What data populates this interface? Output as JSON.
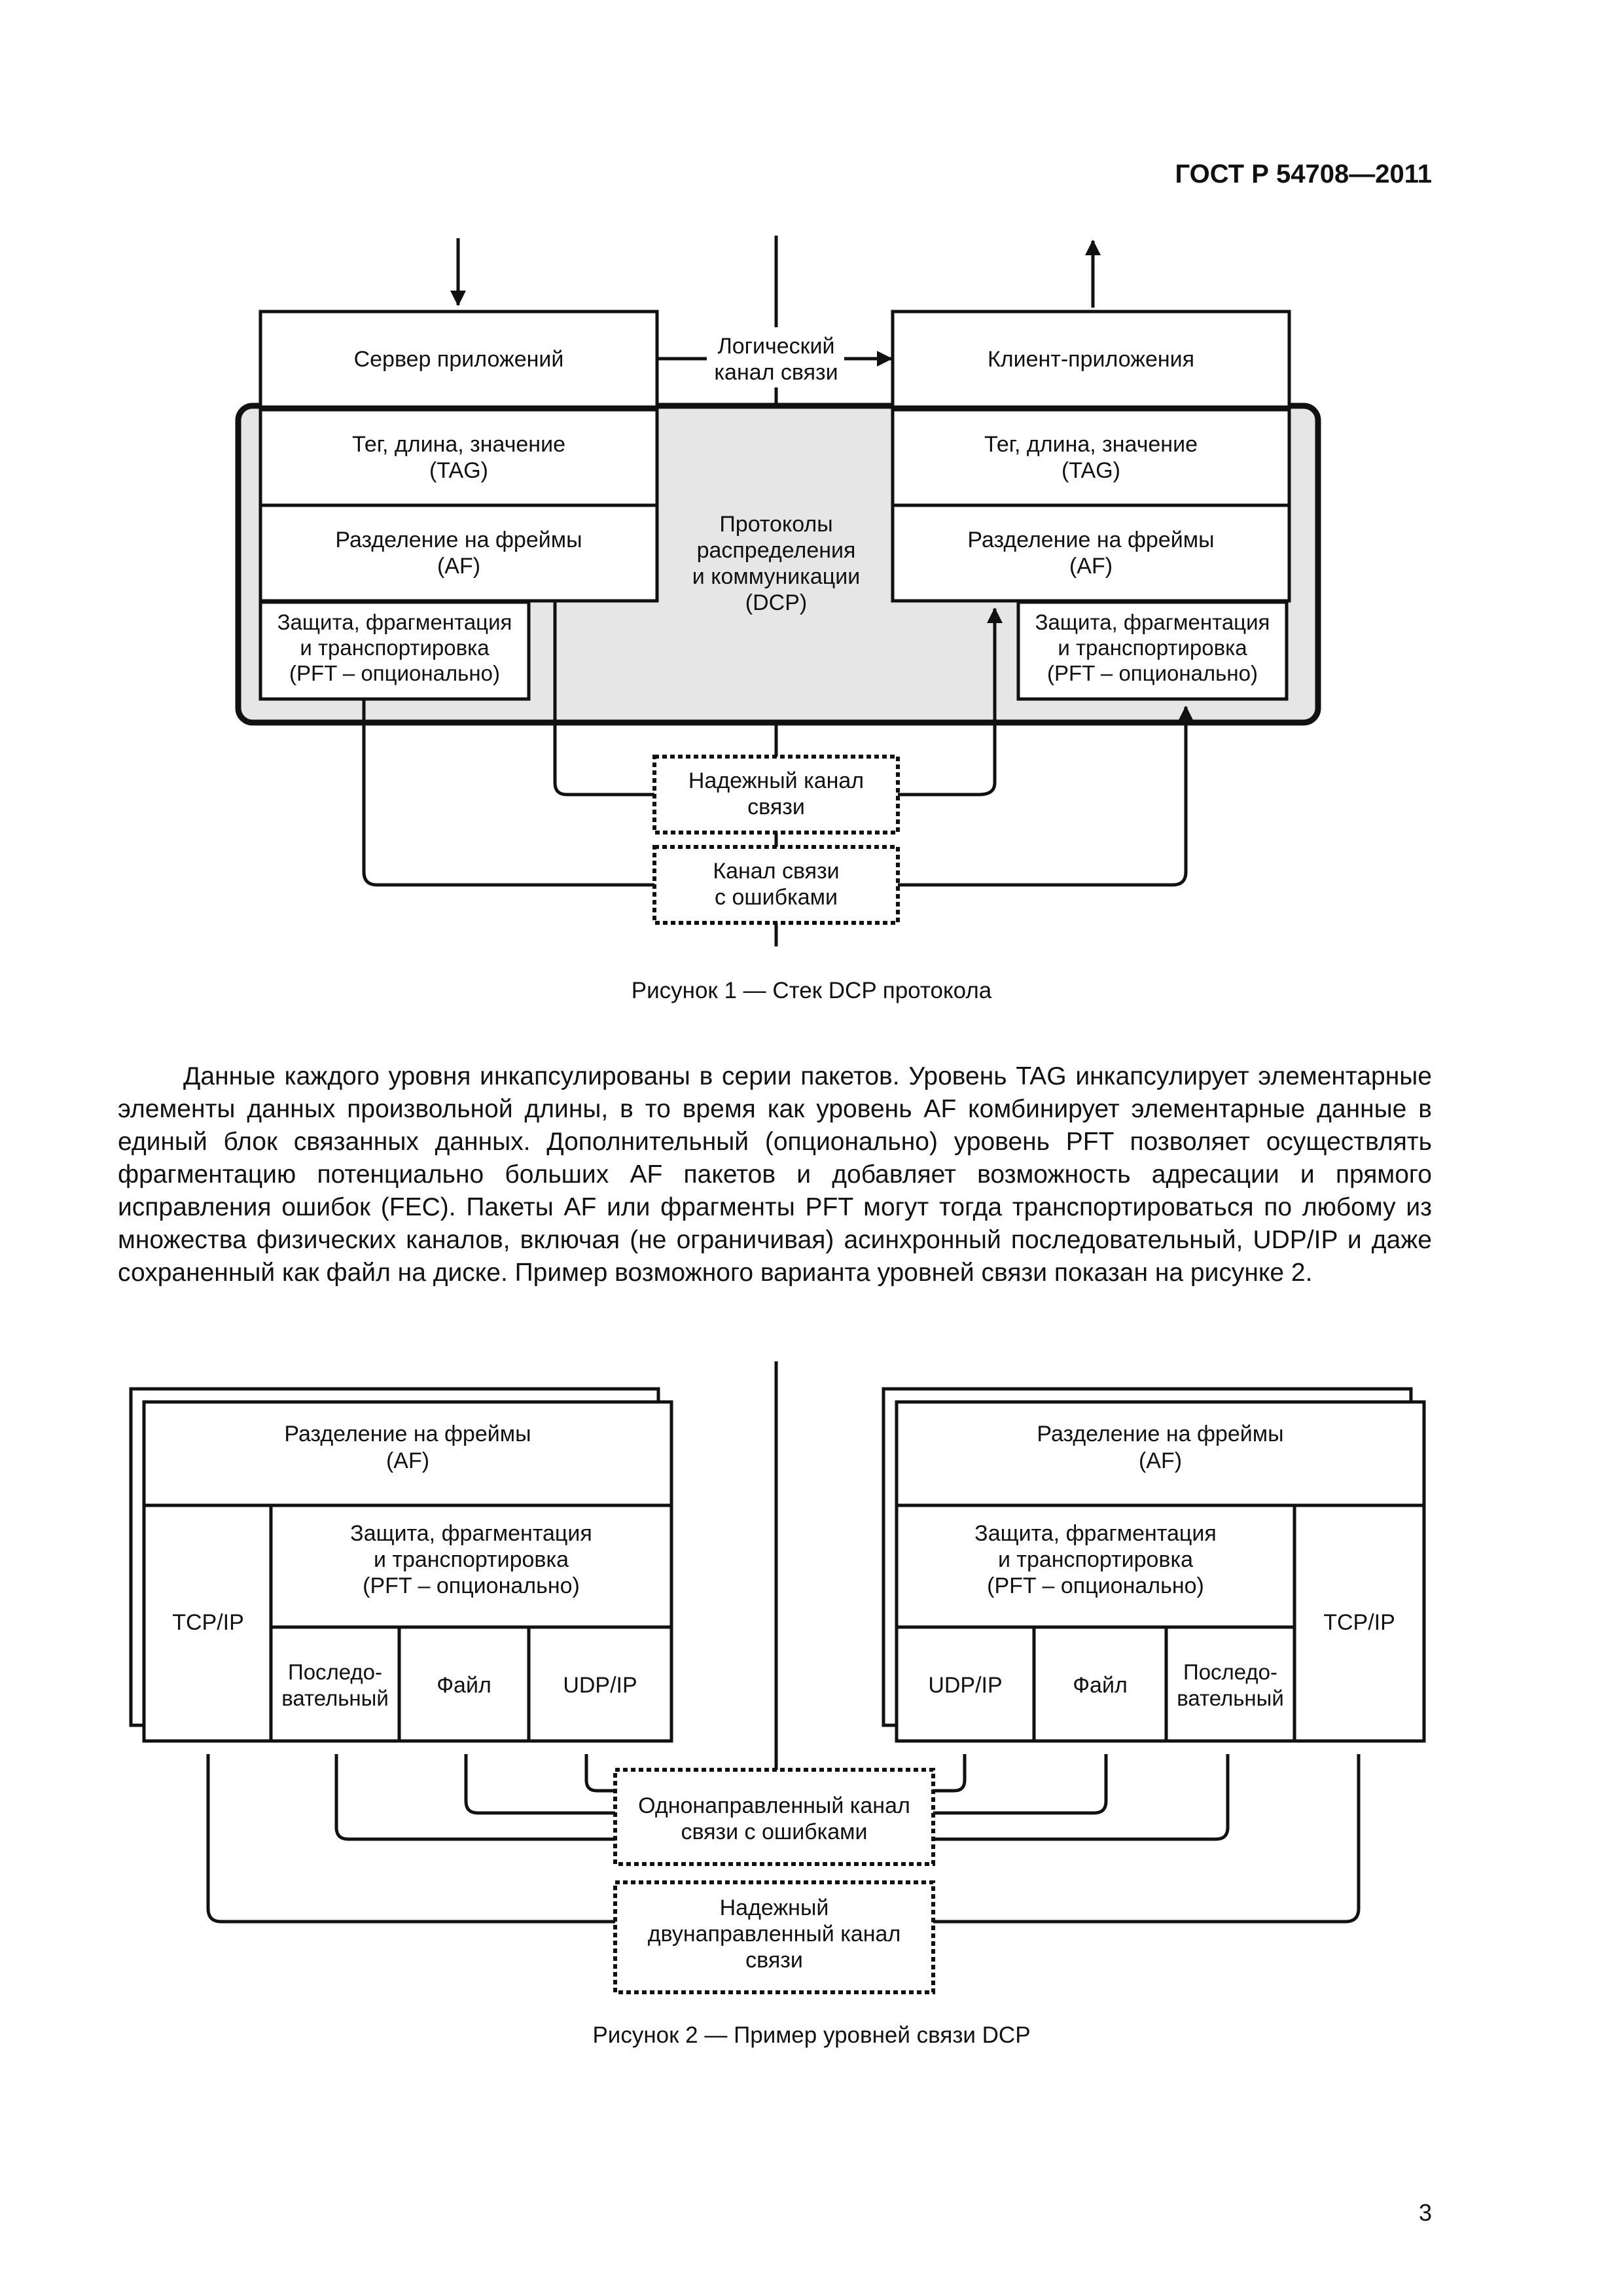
{
  "header": {
    "doc_code": "ГОСТ Р 54708—2011"
  },
  "figure1": {
    "caption": "Рисунок 1 — Стек DCP протокола",
    "server_app": "Сервер приложений",
    "client_app": "Клиент-приложения",
    "logical_channel": [
      "Логический",
      "канал связи"
    ],
    "tag_layer": [
      "Тег, длина, значение",
      "(TAG)"
    ],
    "af_layer": [
      "Разделение на фреймы",
      "(AF)"
    ],
    "pft_layer": [
      "Защита, фрагментация",
      "и транспортировка",
      "(PFT – опционально)"
    ],
    "dcp": [
      "Протоколы",
      "распределения",
      "и коммуникации",
      "(DCP)"
    ],
    "reliable_channel": [
      "Надежный канал",
      "связи"
    ],
    "error_channel": [
      "Канал связи",
      "с ошибками"
    ]
  },
  "paragraph": "Данные каждого уровня инкапсулированы в серии пакетов. Уровень TAG инкапсулирует элементарные элементы данных произвольной длины, в то время как уровень AF комбинирует элементарные данные в единый блок связанных данных. Дополнительный (опционально) уровень PFT позволяет осуществлять фрагментацию потенциально больших AF пакетов и добавляет возможность адресации и прямого исправления ошибок (FEC). Пакеты AF или фрагменты PFT могут тогда транспортироваться по любому из множества физических каналов, включая (не ограничивая) асинхронный последовательный, UDP/IP и даже сохраненный как файл на диске. Пример возможного варианта уровней связи показан на рисунке 2.",
  "figure2": {
    "caption": "Рисунок 2 — Пример уровней связи DCP",
    "af_layer": [
      "Разделение на фреймы",
      "(AF)"
    ],
    "pft_layer": [
      "Защита, фрагментация",
      "и транспортировка",
      "(PFT – опционально)"
    ],
    "tcpip": "TCP/IP",
    "serial": [
      "Последо-",
      "вательный"
    ],
    "file": "Файл",
    "udpip": "UDP/IP",
    "unidirectional_channel": [
      "Однонаправленный канал",
      "связи с ошибками"
    ],
    "bidirectional_channel": [
      "Надежный",
      "двунаправленный канал",
      "связи"
    ]
  },
  "page_number": "3"
}
